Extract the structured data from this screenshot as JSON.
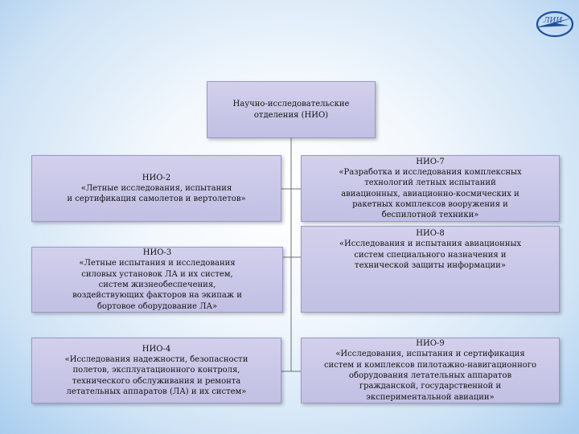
{
  "logo": {
    "name": "institute-logo",
    "lettering": "ЛИИ"
  },
  "root": {
    "label": "Научно-исследовательские\nотделения (НИО)"
  },
  "left": [
    {
      "id": "nio-2",
      "label": "НИО-2\n«Летные исследования, испытания\nи сертификация самолетов и вертолетов»"
    },
    {
      "id": "nio-3",
      "label": "НИО-3\n«Летные испытания и исследования\nсиловых установок ЛА и их систем,\nсистем жизнеобеспечения,\nвоздействующих факторов на экипаж и\nбортовое оборудование ЛА»"
    },
    {
      "id": "nio-4",
      "label": "НИО-4\n«Исследования надежности, безопасности\nполетов, эксплуатационного контроля,\nтехнического обслуживания и ремонта\nлетательных аппаратов (ЛА) и их систем»"
    }
  ],
  "right": [
    {
      "id": "nio-7",
      "label": "НИО-7\n«Разработка и исследования комплексных\nтехнологий летных испытаний\nавиационных, авиационно-космических и\nракетных комплексов вооружения и\nбеспилотной техники»"
    },
    {
      "id": "nio-8",
      "label": "НИО-8\n«Исследования и испытания авиационных\nсистем специального назначения и\nтехнической защиты информации»"
    },
    {
      "id": "nio-9",
      "label": "НИО-9\n«Исследования, испытания и сертификация\nсистем и комплексов пилотажно-навигационного\nоборудования летательных аппаратов\nгражданской, государственной и\nэкспериментальной авиации»"
    }
  ],
  "colors": {
    "box_fill": "#c8c6e8",
    "box_border": "#9a97c8",
    "connector": "#6f6f6f",
    "logo": "#1f4fa0"
  }
}
